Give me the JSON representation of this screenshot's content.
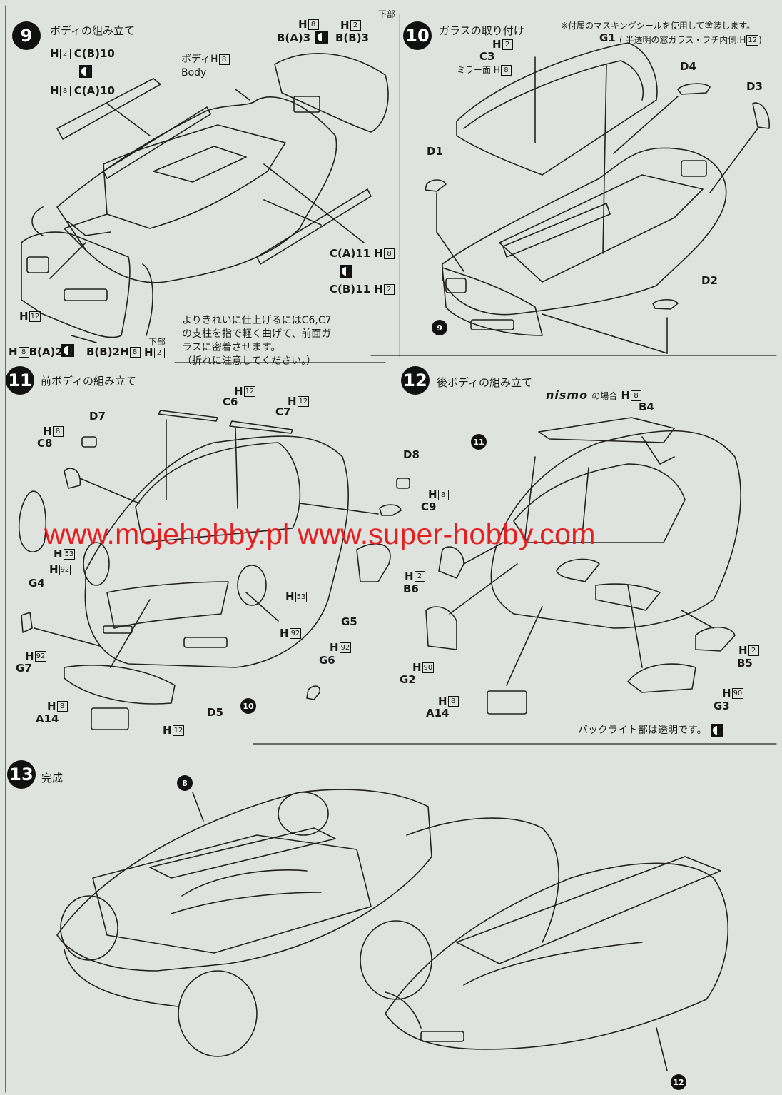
{
  "steps": {
    "s9": {
      "num": "9",
      "title": "ボディの組み立て"
    },
    "s10": {
      "num": "10",
      "title": "ガラスの取り付け"
    },
    "s11": {
      "num": "11",
      "title": "前ボディの組み立て"
    },
    "s12": {
      "num": "12",
      "title": "後ボディの組み立て"
    },
    "s13": {
      "num": "13",
      "title": "完成"
    }
  },
  "s9": {
    "cb10_code": "H",
    "cb10_num": "2",
    "cb10": "C(B)10",
    "ca10_code": "H",
    "ca10_num": "8",
    "ca10": "C(A)10",
    "body_jp": "ボディ",
    "body_code": "H",
    "body_num": "8",
    "body_en": "Body",
    "ba3_code": "H",
    "ba3_num": "8",
    "ba3": "B(A)3",
    "bb3_under": "下部",
    "bb3_code": "H",
    "bb3_num": "2",
    "bb3": "B(B)3",
    "ca11": "C(A)11",
    "ca11_code": "H",
    "ca11_num": "8",
    "cb11": "C(B)11",
    "cb11_code": "H",
    "cb11_num": "2",
    "h12_code": "H",
    "h12_num": "12",
    "ba2_code": "H",
    "ba2_num": "8",
    "ba2": "B(A)2",
    "bb2": "B(B)2",
    "bb2_code": "H",
    "bb2_num": "8",
    "bb2_under": "下部",
    "bb2_code2": "H",
    "bb2_num2": "2",
    "hint_line1": "よりきれいに仕上げるにはC6,C7",
    "hint_line2": "の支柱を指で軽く曲げて、前面ガ",
    "hint_line3": "ラスに密着させます。",
    "hint_line4": "（折れに注意してください。）"
  },
  "s10": {
    "mask_note": "※付属のマスキングシールを使用して塗装します。",
    "g1": "G1",
    "g1_note": "( 半透明の窓ガラス・フチ内側:",
    "g1_code": "H",
    "g1_num": "12",
    "g1_close": ")",
    "c3_code": "H",
    "c3_num": "2",
    "c3": "C3",
    "mirror": "ミラー面",
    "mirror_code": "H",
    "mirror_num": "8",
    "d4": "D4",
    "d3": "D3",
    "d1": "D1",
    "d2": "D2",
    "ref9": "9"
  },
  "s11": {
    "c6_code": "H",
    "c6_num": "12",
    "c6": "C6",
    "c7_code": "H",
    "c7_num": "12",
    "c7": "C7",
    "d7": "D7",
    "c8_code": "H",
    "c8_num": "8",
    "c8": "C8",
    "d8": "D8",
    "c9_code": "H",
    "c9_num": "8",
    "c9": "C9",
    "g4": "G4",
    "h53_code": "H",
    "h53_num": "53",
    "h92_code": "H",
    "h92_num": "92",
    "h53b_code": "H",
    "h53b_num": "53",
    "h92b_code": "H",
    "h92b_num": "92",
    "g5": "G5",
    "g7_code": "H",
    "g7_num": "92",
    "g7": "G7",
    "g6_code": "H",
    "g6_num": "92",
    "g6": "G6",
    "d5": "D5",
    "d5_code": "H",
    "d5_num": "12",
    "a14_code": "H",
    "a14_num": "8",
    "a14": "A14",
    "ref10": "10"
  },
  "s12": {
    "ref11": "11",
    "nismo": "nismo",
    "nismo_case": "の場合",
    "b4_code": "H",
    "b4_num": "8",
    "b4": "B4",
    "b6_code": "H",
    "b6_num": "2",
    "b6": "B6",
    "g2_code": "H",
    "g2_num": "90",
    "g2": "G2",
    "b5_code": "H",
    "b5_num": "2",
    "b5": "B5",
    "g3_code": "H",
    "g3_num": "90",
    "g3": "G3",
    "a14_code": "H",
    "a14_num": "8",
    "a14": "A14",
    "backlight": "バックライト部は透明です。"
  },
  "s13": {
    "ref8": "8",
    "ref12": "12"
  },
  "watermark": "www.mojehobby.pl www.super-hobby.com",
  "icons": {
    "clear": "clear-paint-icon",
    "step": "step-number-icon"
  },
  "colors": {
    "paper": "#dfe3e0",
    "ink": "#1a1a1a",
    "watermark": "#e61e1e"
  }
}
